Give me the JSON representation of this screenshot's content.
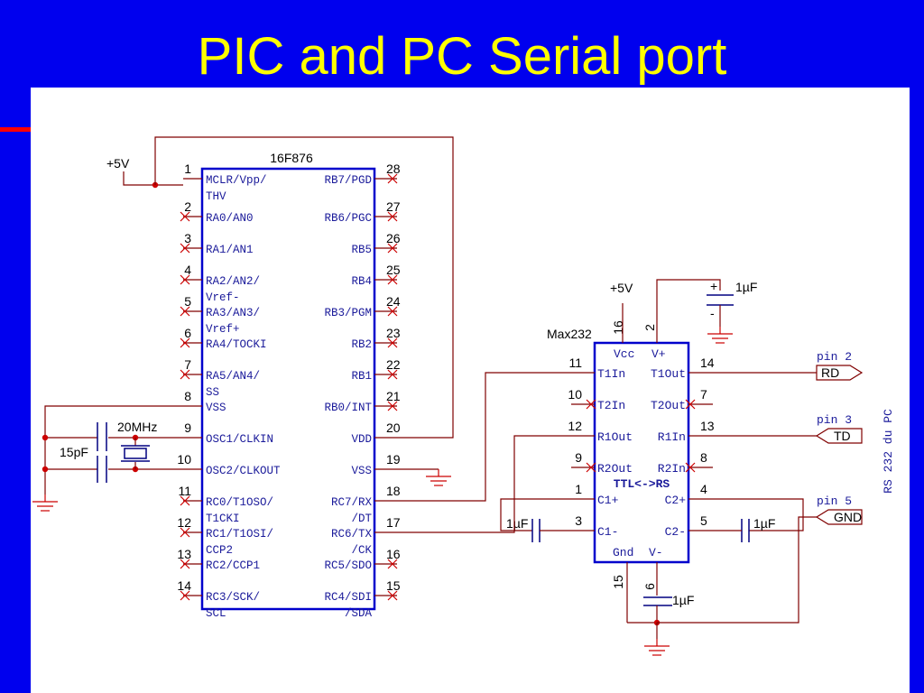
{
  "slide": {
    "title": "PIC and PC Serial port"
  },
  "pic": {
    "name": "16F876",
    "left_pins": [
      {
        "num": "1",
        "lines": [
          "MCLR/Vpp/",
          "THV"
        ]
      },
      {
        "num": "2",
        "lines": [
          "RA0/AN0"
        ]
      },
      {
        "num": "3",
        "lines": [
          "RA1/AN1"
        ]
      },
      {
        "num": "4",
        "lines": [
          "RA2/AN2/",
          "Vref-"
        ]
      },
      {
        "num": "5",
        "lines": [
          "RA3/AN3/",
          "Vref+"
        ]
      },
      {
        "num": "6",
        "lines": [
          "RA4/TOCKI"
        ]
      },
      {
        "num": "7",
        "lines": [
          "RA5/AN4/",
          "SS"
        ]
      },
      {
        "num": "8",
        "lines": [
          "VSS"
        ]
      },
      {
        "num": "9",
        "lines": [
          "OSC1/CLKIN"
        ]
      },
      {
        "num": "10",
        "lines": [
          "OSC2/CLKOUT"
        ]
      },
      {
        "num": "11",
        "lines": [
          "RC0/T1OSO/",
          "T1CKI"
        ]
      },
      {
        "num": "12",
        "lines": [
          "RC1/T1OSI/",
          "CCP2"
        ]
      },
      {
        "num": "13",
        "lines": [
          "RC2/CCP1"
        ]
      },
      {
        "num": "14",
        "lines": [
          "RC3/SCK/",
          "SCL"
        ]
      }
    ],
    "right_pins": [
      {
        "num": "28",
        "lines": [
          "RB7/PGD"
        ]
      },
      {
        "num": "27",
        "lines": [
          "RB6/PGC"
        ]
      },
      {
        "num": "26",
        "lines": [
          "RB5"
        ]
      },
      {
        "num": "25",
        "lines": [
          "RB4"
        ]
      },
      {
        "num": "24",
        "lines": [
          "RB3/PGM"
        ]
      },
      {
        "num": "23",
        "lines": [
          "RB2"
        ]
      },
      {
        "num": "22",
        "lines": [
          "RB1"
        ]
      },
      {
        "num": "21",
        "lines": [
          "RB0/INT"
        ]
      },
      {
        "num": "20",
        "lines": [
          "VDD"
        ]
      },
      {
        "num": "19",
        "lines": [
          "VSS"
        ]
      },
      {
        "num": "18",
        "lines": [
          "RC7/RX",
          "/DT"
        ]
      },
      {
        "num": "17",
        "lines": [
          "RC6/TX",
          "/CK"
        ]
      },
      {
        "num": "16",
        "lines": [
          "RC5/SDO"
        ]
      },
      {
        "num": "15",
        "lines": [
          "RC4/SDI",
          "/SDA"
        ]
      }
    ]
  },
  "max": {
    "name": "Max232",
    "top_labels": [
      "Vcc",
      "V+"
    ],
    "top_pins": [
      "16",
      "2"
    ],
    "bottom_labels": [
      "Gnd",
      "V-"
    ],
    "bottom_pins": [
      "15",
      "6"
    ],
    "left_pins": [
      {
        "num": "11",
        "label": "T1In"
      },
      {
        "num": "10",
        "label": "T2In"
      },
      {
        "num": "12",
        "label": "R1Out"
      },
      {
        "num": "9",
        "label": "R2Out"
      },
      {
        "num": "1",
        "label": "C1+"
      },
      {
        "num": "3",
        "label": "C1-"
      }
    ],
    "right_pins": [
      {
        "num": "14",
        "label": "T1Out"
      },
      {
        "num": "7",
        "label": "T2Out"
      },
      {
        "num": "13",
        "label": "R1In"
      },
      {
        "num": "8",
        "label": "R2In"
      },
      {
        "num": "4",
        "label": "C2+"
      },
      {
        "num": "5",
        "label": "C2-"
      }
    ],
    "mid_label": "TTL<->RS"
  },
  "labels": {
    "vcc_pic": "+5V",
    "vcc_max": "+5V",
    "crystal": "20MHz",
    "cap_15pf": "15pF",
    "cap_1uf": "1µF",
    "cap_plus": "+",
    "cap_minus": "-",
    "rs232_side": "RS 232 du PC"
  },
  "connectors": [
    {
      "pin": "pin 2",
      "signal": "RD"
    },
    {
      "pin": "pin 3",
      "signal": "TD"
    },
    {
      "pin": "pin 5",
      "signal": "GND"
    }
  ]
}
